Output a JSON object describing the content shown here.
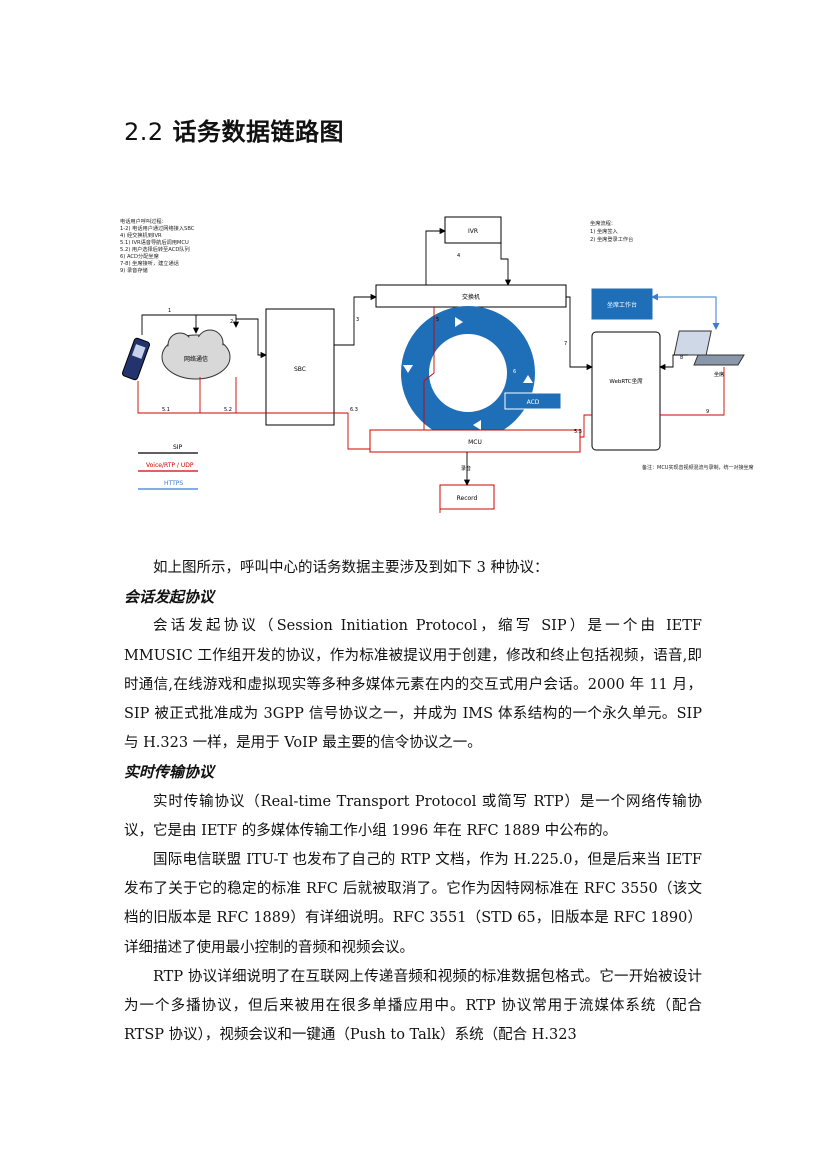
{
  "section": {
    "number": "2.2",
    "title": "话务数据链路图"
  },
  "diagram": {
    "notes_left": [
      "电话用户呼叫过程：",
      "1-2) 电话用户通过网络接入SBC",
      "4) 经交换机到IVR",
      "5.1) IVR语音导航后调用MCU",
      "5.2) 用户选择后转至ACD队列",
      "6) ACD分配坐席",
      "7-8) 坐席接听，建立通话",
      "9) 录音存储"
    ],
    "notes_right": [
      "坐席流程：",
      "1) 坐席签入",
      "2) 坐席登录工作台"
    ],
    "nodes": {
      "ivr": "IVR",
      "switch": "交换机",
      "sbc": "SBC",
      "network": "网络通信",
      "mcu": "MCU",
      "record": "Record",
      "acd": "ACD",
      "agent_workbench": "坐席工作台",
      "webrtc": "WebRTC坐席",
      "pc": "坐席",
      "record_label": "录音"
    },
    "edge_labels": [
      "1",
      "2",
      "3",
      "4",
      "5",
      "6",
      "7",
      "8",
      "9",
      "5.1",
      "5.2",
      "5.3",
      "6.3"
    ],
    "legend": [
      {
        "label": "SIP",
        "color": "#000000"
      },
      {
        "label": "Voice/RTP / UDP",
        "color": "#d00000"
      },
      {
        "label": "HTTPS",
        "color": "#3a7bd5"
      }
    ],
    "bottom_note": "备注：MCU实现音视频混流与录制，统一对接坐席"
  },
  "paragraphs": {
    "intro": "如上图所示，呼叫中心的话务数据主要涉及到如下 3 种协议：",
    "h_sip": "会话发起协议",
    "sip": "会话发起协议（Session Initiation Protocol，缩写 SIP）是一个由 IETF MMUSIC 工作组开发的协议，作为标准被提议用于创建，修改和终止包括视频，语音,即时通信,在线游戏和虚拟现实等多种多媒体元素在内的交互式用户会话。2000 年 11 月，SIP 被正式批准成为 3GPP 信号协议之一，并成为 IMS 体系结构的一个永久单元。SIP 与 H.323 一样，是用于 VoIP 最主要的信令协议之一。",
    "h_rtp": "实时传输协议",
    "rtp1": "实时传输协议（Real-time Transport Protocol 或简写 RTP）是一个网络传输协议，它是由 IETF 的多媒体传输工作小组 1996 年在 RFC 1889 中公布的。",
    "rtp2": "国际电信联盟 ITU-T 也发布了自己的 RTP 文档，作为 H.225.0，但是后来当 IETF 发布了关于它的稳定的标准 RFC 后就被取消了。它作为因特网标准在 RFC 3550（该文档的旧版本是 RFC 1889）有详细说明。RFC 3551（STD 65，旧版本是 RFC 1890）详细描述了使用最小控制的音频和视频会议。",
    "rtp3": "RTP 协议详细说明了在互联网上传递音频和视频的标准数据包格式。它一开始被设计为一个多播协议，但后来被用在很多单播应用中。RTP 协议常用于流媒体系统（配合 RTSP 协议），视频会议和一键通（Push to Talk）系统（配合 H.323"
  }
}
